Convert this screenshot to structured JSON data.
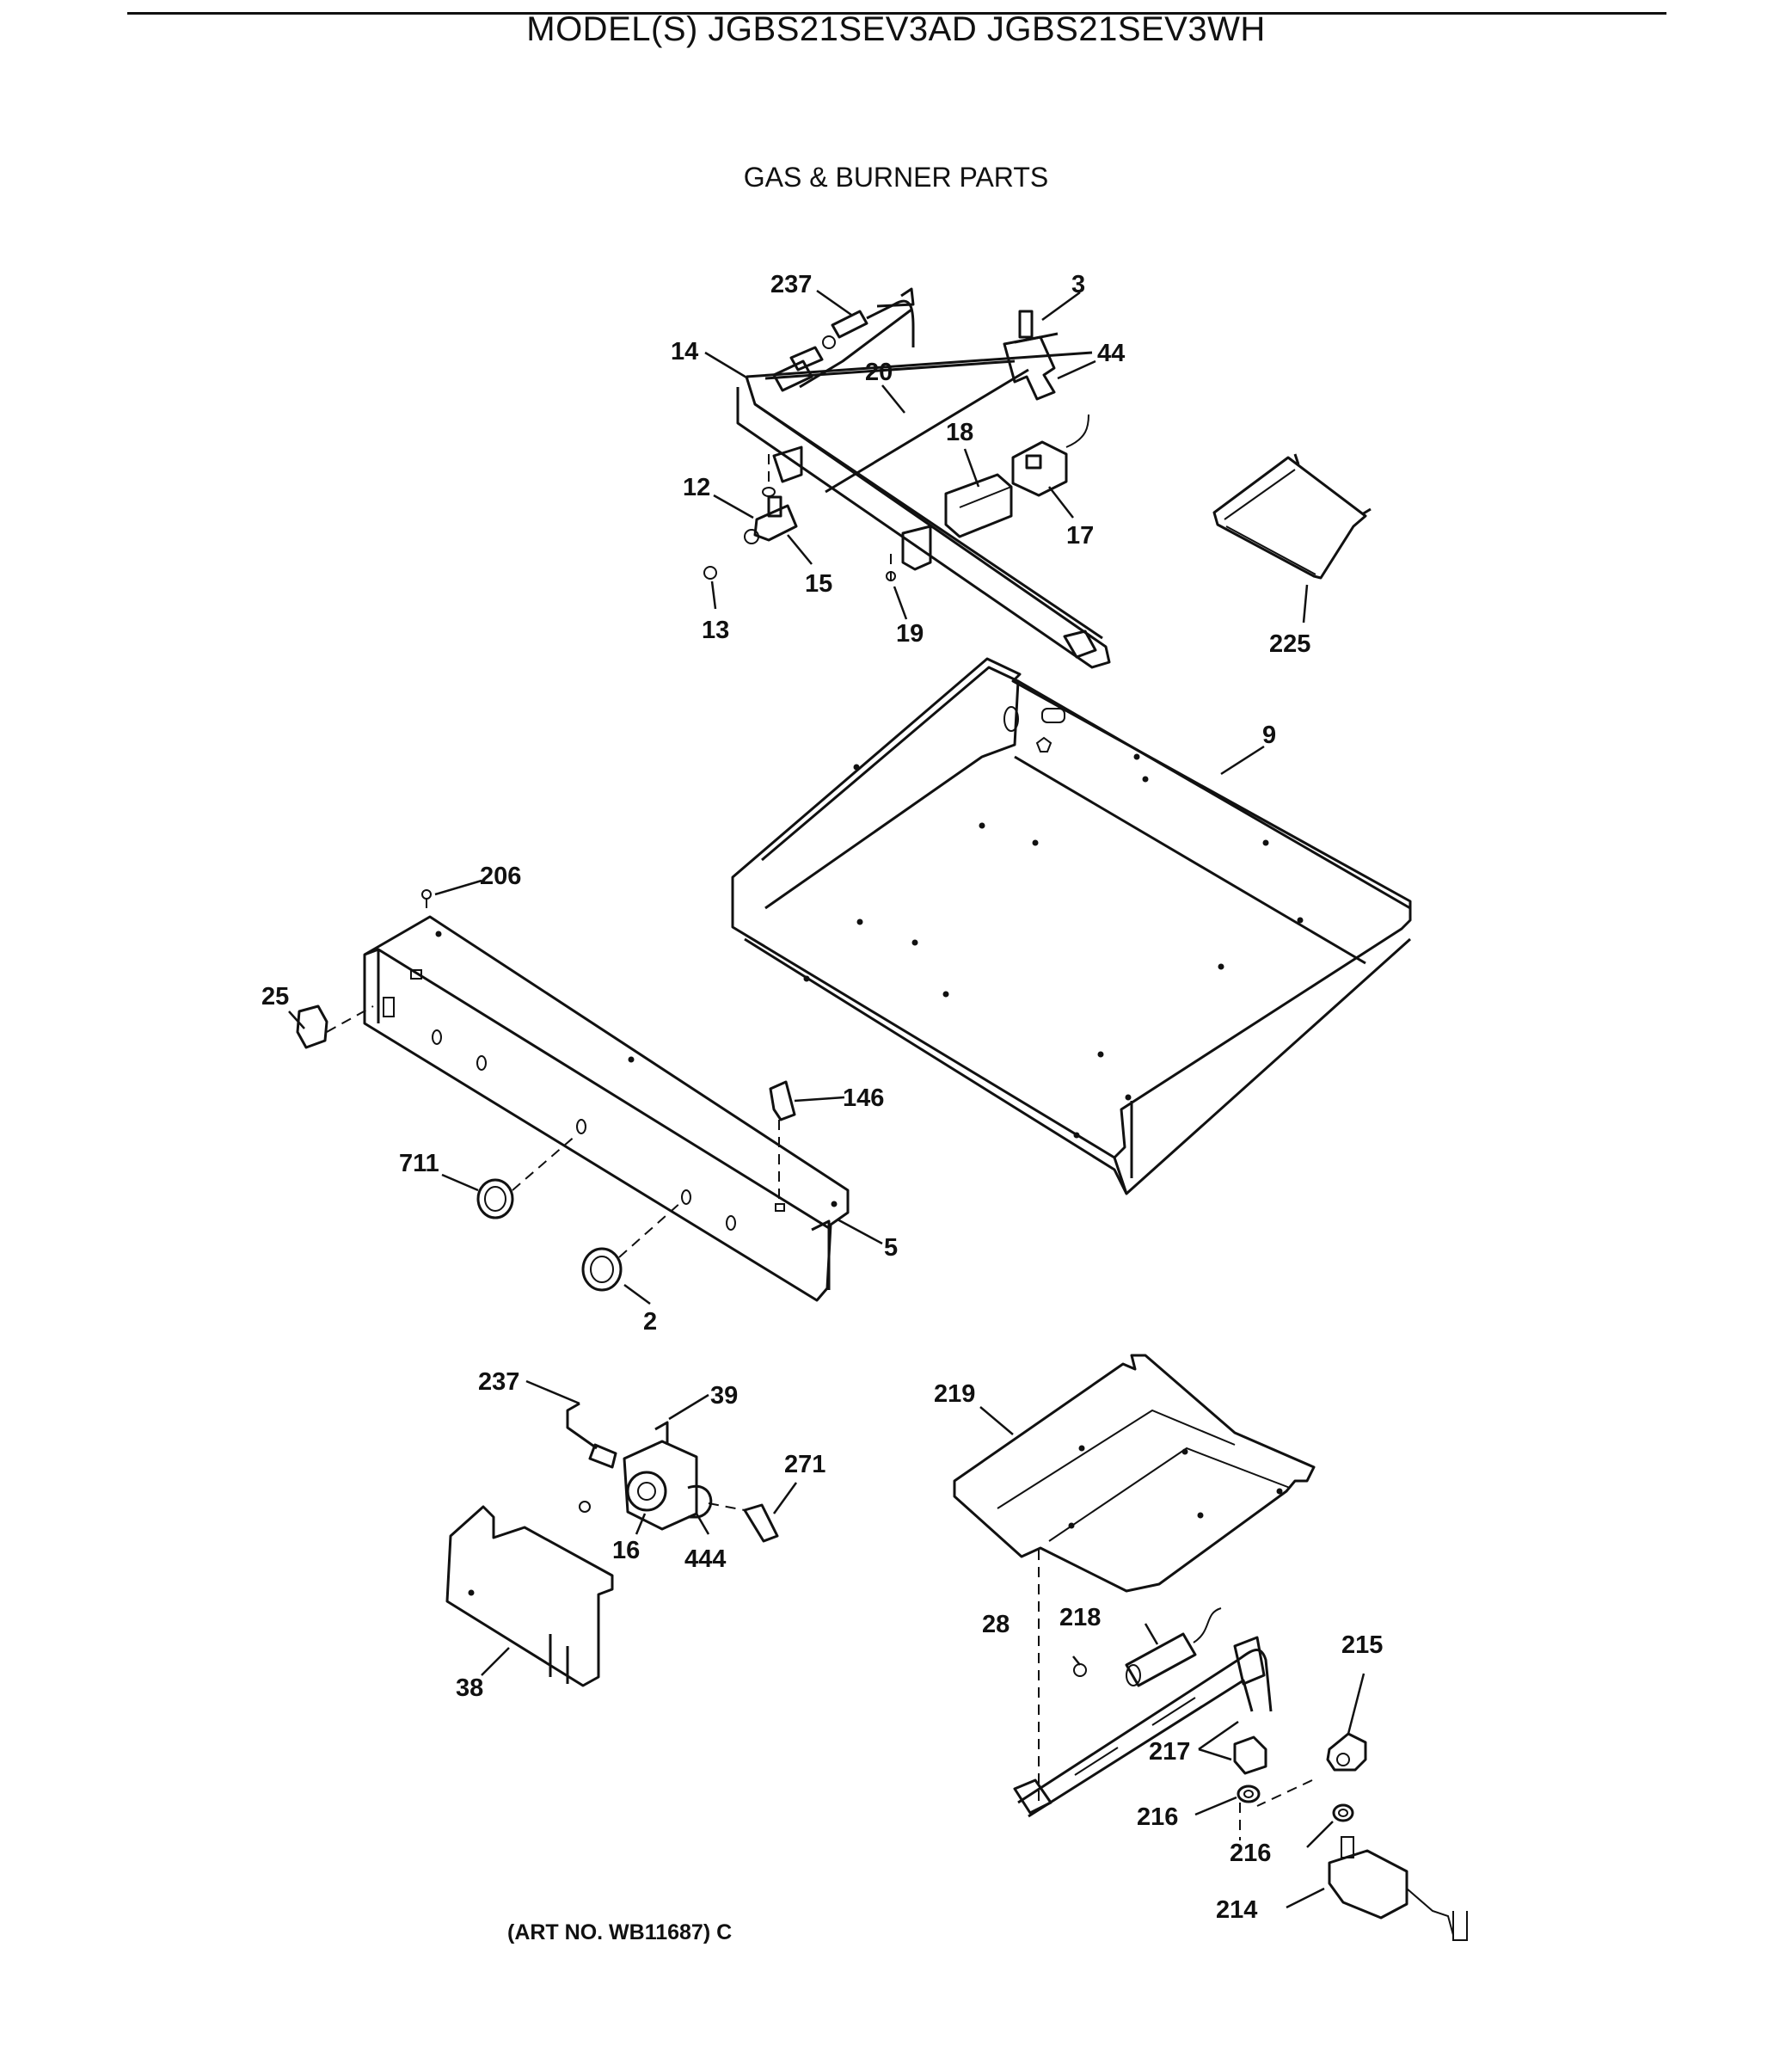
{
  "header": {
    "model_title": "MODEL(S) JGBS21SEV3AD  JGBS21SEV3WH",
    "section_title": "GAS & BURNER PARTS"
  },
  "footer": {
    "art_number": "(ART NO. WB11687) C"
  },
  "callouts": [
    "237",
    "3",
    "14",
    "20",
    "44",
    "18",
    "12",
    "17",
    "15",
    "13",
    "19",
    "225",
    "9",
    "206",
    "25",
    "146",
    "711",
    "5",
    "2",
    "237",
    "39",
    "271",
    "219",
    "16",
    "444",
    "38",
    "28",
    "218",
    "215",
    "217",
    "216",
    "216",
    "214"
  ]
}
